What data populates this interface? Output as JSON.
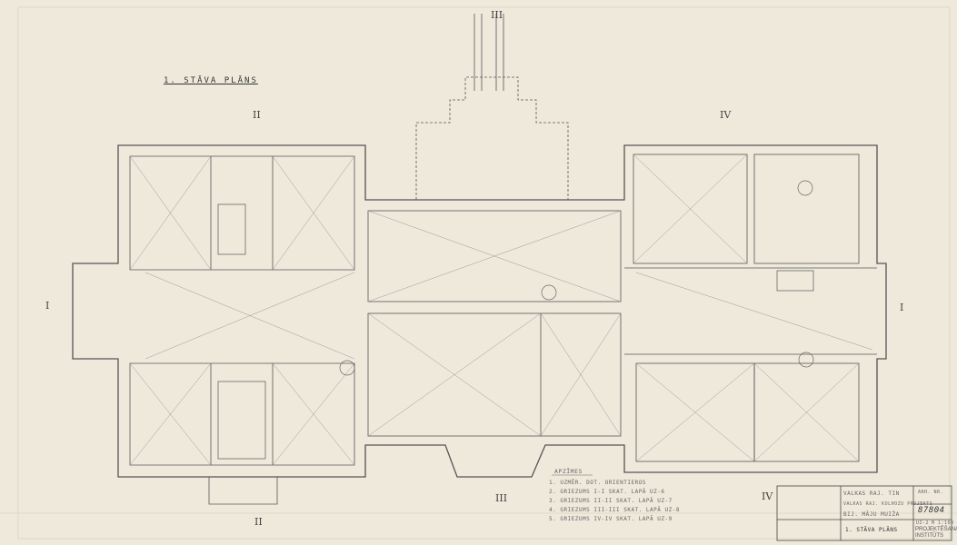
{
  "sheet": {
    "title": "1. STĀVA PLĀNS",
    "section_marks": {
      "i_left": "I",
      "i_right": "I",
      "ii_top": "II",
      "ii_bottom": "II",
      "iii_top": "III",
      "iii_bottom": "III",
      "iv_top": "IV",
      "iv_bottom": "IV"
    }
  },
  "legend": {
    "heading": "APZĪMES",
    "items": [
      "1. UZMĒR. DOT. ORIENTIEROS",
      "2. GRIEZUMS I-I SKAT. LAPĀ UZ-6",
      "3. GRIEZUMS II-II SKAT. LAPĀ UZ-7",
      "4. GRIEZUMS III-III SKAT. LAPĀ UZ-8",
      "5. GRIEZUMS IV-IV SKAT. LAPĀ UZ-9"
    ]
  },
  "title_block": {
    "district": "VALKAS RAJ. TIN",
    "object": "VALKAS RAJ. KOLHOZU PROJEKTS",
    "building": "BIJ. MĀJU MUIŽA",
    "sheet_name": "1. STĀVA PLĀNS",
    "number": "87804",
    "sheet_code": "UZ-2",
    "scale": "M 1:100",
    "archive": "ARH. NR.",
    "institute": "PROJEKTĒŠANAS INSTITŪTS"
  }
}
